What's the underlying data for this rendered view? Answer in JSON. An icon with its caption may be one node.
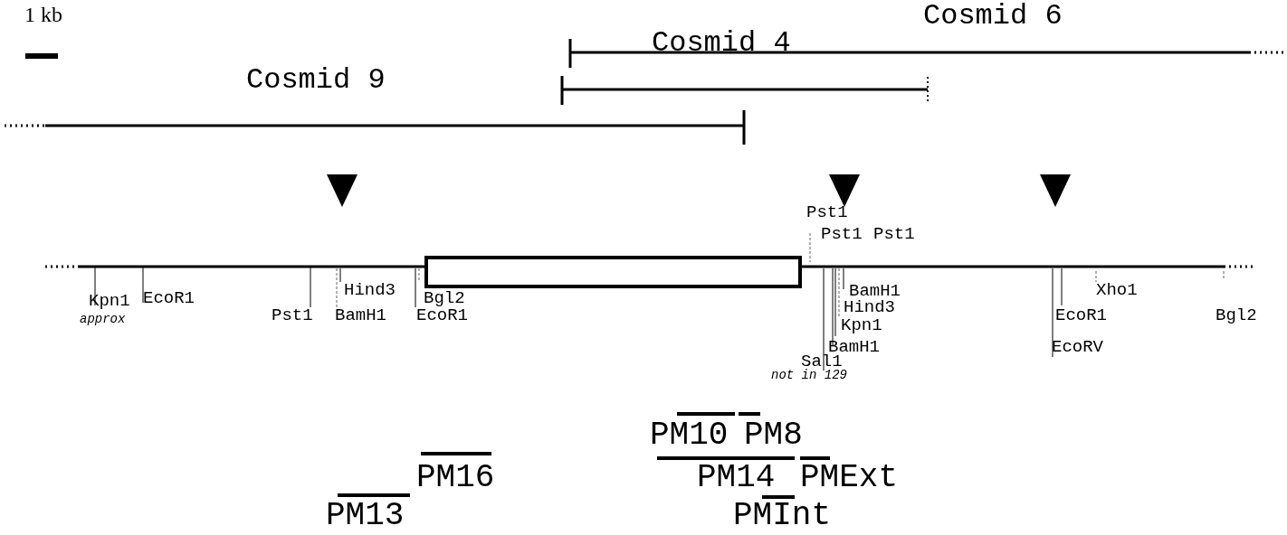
{
  "diagram": {
    "labels": [
      "1 kb",
      "Cosmid 6",
      "Cosmid 4",
      "Cosmid 9",
      "Pst1",
      "Pst1",
      "Pst1",
      "Hind3",
      "BamH1",
      "Xho1",
      "Kpn1",
      "EcoR1",
      "Bgl2",
      "Hind3",
      "approx",
      "Pst1",
      "BamH1",
      "EcoR1",
      "Kpn1",
      "EcoR1",
      "Bgl2",
      "BamH1",
      "EcoRV",
      "Sal1",
      "not in 129",
      "PM10",
      "PM8",
      "PM16",
      "PM14",
      "PMExt",
      "PM13",
      "PMInt"
    ]
  }
}
